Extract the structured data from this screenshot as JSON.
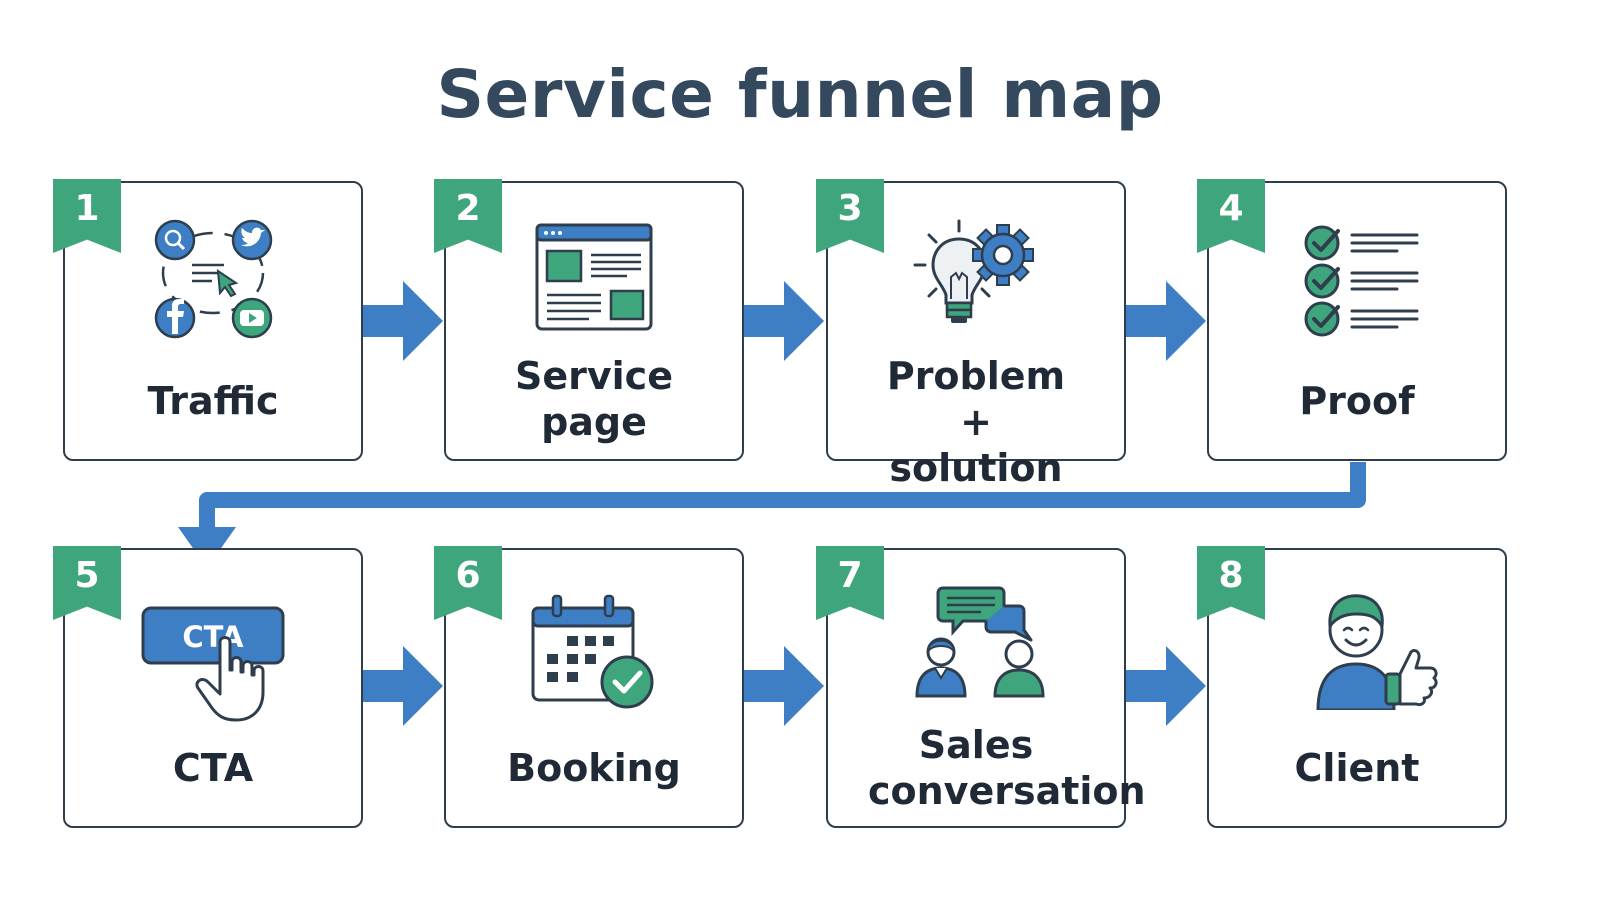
{
  "title": "Service funnel map",
  "colors": {
    "accent_green": "#3fa57d",
    "arrow_blue": "#3d7ec4",
    "ink": "#2f3e4d",
    "title": "#34495e"
  },
  "steps": [
    {
      "number": "1",
      "label": "Traffic",
      "icon": "traffic-channels-icon"
    },
    {
      "number": "2",
      "label": "Service page",
      "icon": "webpage-layout-icon"
    },
    {
      "number": "3",
      "label": "Problem + solution",
      "icon": "lightbulb-gear-icon"
    },
    {
      "number": "4",
      "label": "Proof",
      "icon": "checklist-icon"
    },
    {
      "number": "5",
      "label": "CTA",
      "icon": "cta-button-click-icon",
      "button_text": "CTA"
    },
    {
      "number": "6",
      "label": "Booking",
      "icon": "calendar-check-icon"
    },
    {
      "number": "7",
      "label": "Sales conversation",
      "icon": "conversation-people-icon"
    },
    {
      "number": "8",
      "label": "Client",
      "icon": "happy-client-thumbs-up-icon"
    }
  ]
}
